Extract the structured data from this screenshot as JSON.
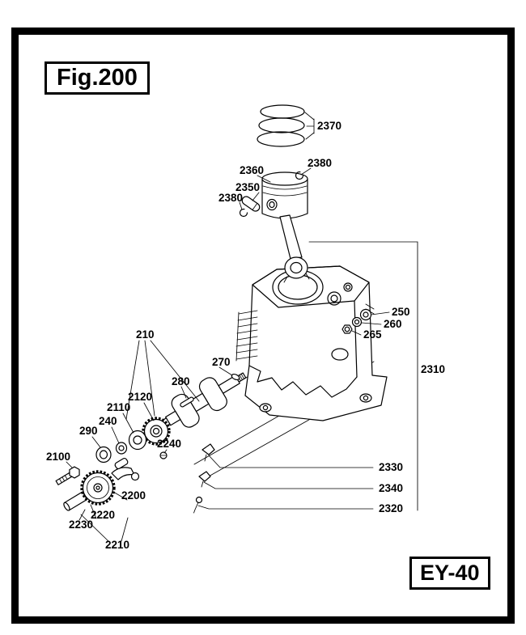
{
  "figure": {
    "title": "Fig.200",
    "model": "EY-40"
  },
  "part_labels": {
    "p2370": "2370",
    "p2380a": "2380",
    "p2360": "2360",
    "p2350": "2350",
    "p2380b": "2380",
    "p250": "250",
    "p260": "260",
    "p265": "265",
    "p2310": "2310",
    "p210": "210",
    "p270": "270",
    "p280": "280",
    "p2120": "2120",
    "p2110": "2110",
    "p240": "240",
    "p290": "290",
    "p2100": "2100",
    "p2240": "2240",
    "p2200": "2200",
    "p2220": "2220",
    "p2230": "2230",
    "p2210": "2210",
    "p2330": "2330",
    "p2340": "2340",
    "p2320": "2320"
  }
}
